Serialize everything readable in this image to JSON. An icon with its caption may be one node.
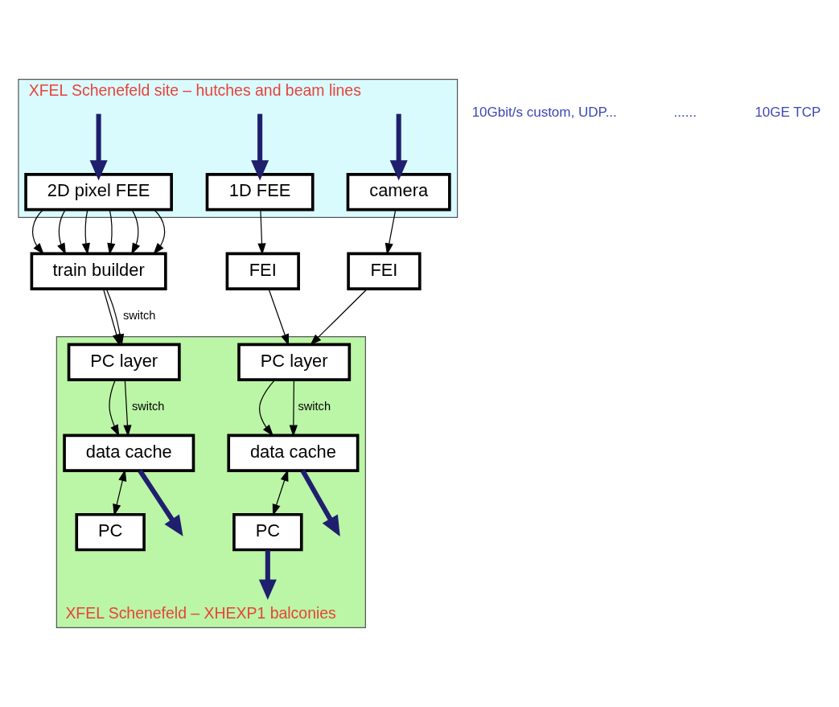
{
  "diagram": {
    "nodes": [
      {
        "text": [
          "XFEL Schenefeld site – hutches and beam lines"
        ]
      },
      {
        "text": [
          "2D pixel FEE"
        ],
        "in": 0
      },
      {
        "text": [
          "1D FEE"
        ],
        "in": 0
      },
      {
        "text": [
          "camera"
        ],
        "in": 0
      },
      {
        "text": [
          "train builder"
        ]
      },
      {
        "text": [
          "FEI"
        ]
      },
      {
        "text": [
          "FEI"
        ]
      },
      {
        "text": [
          "XFEL Schenefeld – XHEXP1 balconies"
        ]
      },
      {
        "text": [
          "PC layer"
        ],
        "in": 7
      },
      {
        "text": [
          "PC layer"
        ],
        "in": 7
      },
      {
        "text": [
          "data cache"
        ],
        "in": 7
      },
      {
        "text": [
          "data cache"
        ],
        "in": 7
      },
      {
        "text": [
          "PC"
        ],
        "in": 7
      },
      {
        "text": [
          "PC"
        ],
        "in": 7
      }
    ],
    "edges": [
      {
        "from": null,
        "to": 1,
        "arrow": "to",
        "style": "thick",
        "color": "#1f1f6e"
      },
      {
        "from": null,
        "to": 2,
        "arrow": "to",
        "style": "thick",
        "color": "#1f1f6e"
      },
      {
        "from": null,
        "to": 3,
        "arrow": "to",
        "style": "thick",
        "color": "#1f1f6e"
      },
      {
        "from": 1,
        "to": 4,
        "arrow": "to"
      },
      {
        "from": 1,
        "to": 4,
        "arrow": "to"
      },
      {
        "from": 1,
        "to": 4,
        "arrow": "to"
      },
      {
        "from": 1,
        "to": 4,
        "arrow": "to"
      },
      {
        "from": 1,
        "to": 4,
        "arrow": "to"
      },
      {
        "from": 1,
        "to": 4,
        "arrow": "to"
      },
      {
        "from": 2,
        "to": 5,
        "arrow": "to"
      },
      {
        "from": 3,
        "to": 6,
        "arrow": "to"
      },
      {
        "from": 4,
        "to": 8,
        "arrow": "to"
      },
      {
        "from": 4,
        "to": 8,
        "arrow": "to",
        "label": "switch"
      },
      {
        "from": 5,
        "to": 9,
        "arrow": "to"
      },
      {
        "from": 6,
        "to": 9,
        "arrow": "to"
      },
      {
        "from": 8,
        "to": 10,
        "arrow": "to"
      },
      {
        "from": 8,
        "to": 10,
        "arrow": "to",
        "label": "switch"
      },
      {
        "from": 9,
        "to": 11,
        "arrow": "to"
      },
      {
        "from": 9,
        "to": 11,
        "arrow": "to",
        "label": "switch"
      },
      {
        "from": 10,
        "to": 12,
        "arrow": "both"
      },
      {
        "from": 11,
        "to": 13,
        "arrow": "both"
      },
      {
        "from": 10,
        "to": null,
        "arrow": "to",
        "style": "thick",
        "color": "#1f1f6e"
      },
      {
        "from": 11,
        "to": null,
        "arrow": "to",
        "style": "thick",
        "color": "#1f1f6e"
      },
      {
        "from": 13,
        "to": null,
        "arrow": "to",
        "style": "thick",
        "color": "#1f1f6e"
      }
    ],
    "labels": [
      "10Gbit/s custom, UDP...",
      "......",
      "10GE TCP"
    ]
  }
}
